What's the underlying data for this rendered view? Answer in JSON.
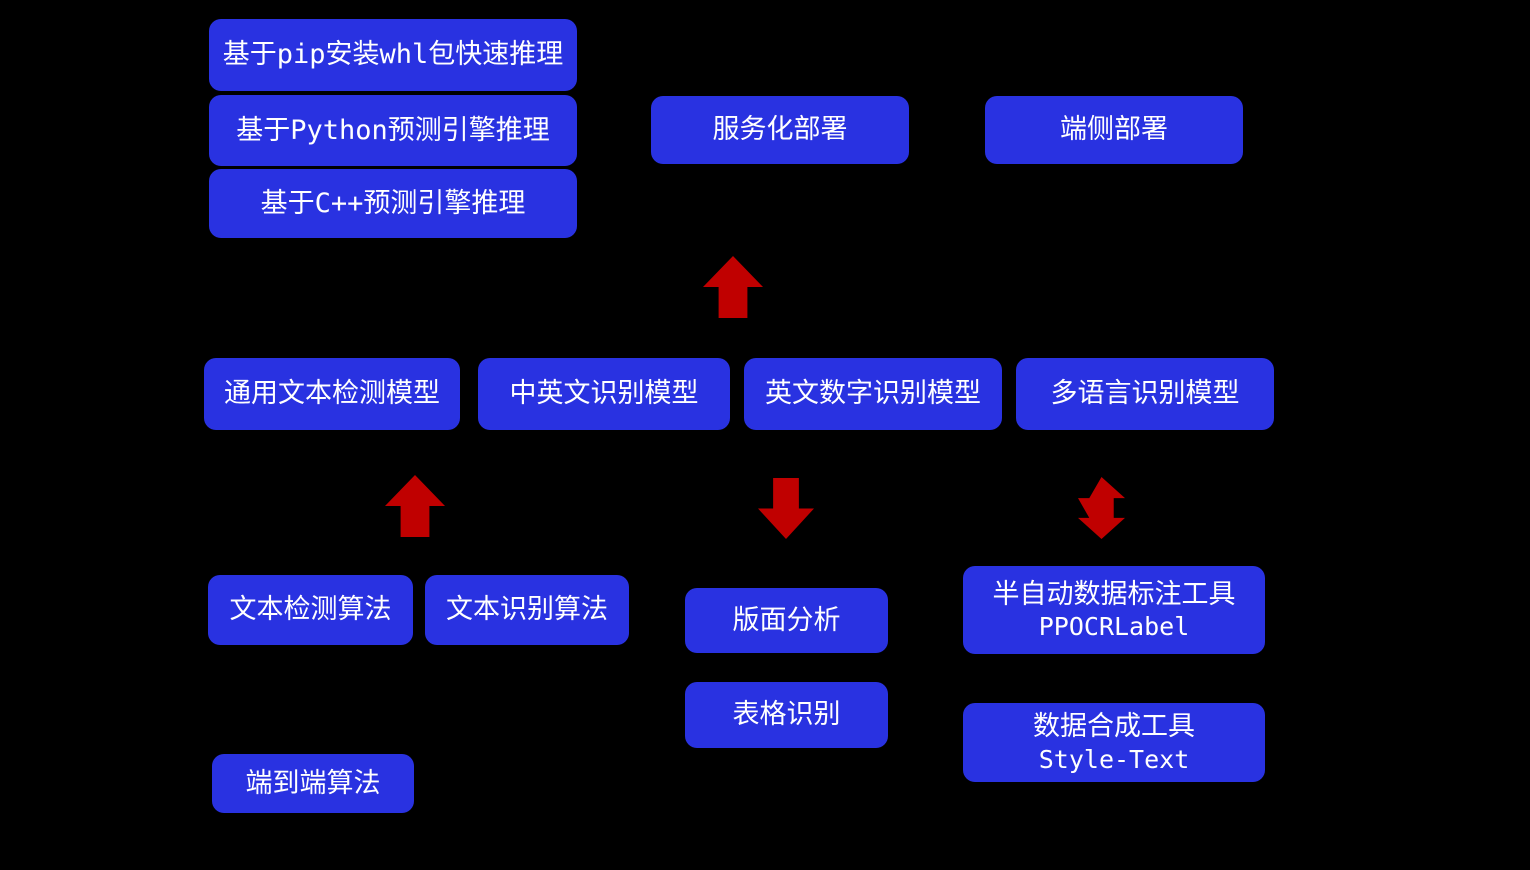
{
  "palette": {
    "background": "#000000",
    "box_fill": "#2932E1",
    "arrow_color": "#C00000",
    "text_color": "#FFFFFF"
  },
  "boxes": {
    "pip_whl": {
      "label": "基于pip安装whl包快速推理"
    },
    "python_engine": {
      "label": "基于Python预测引擎推理"
    },
    "cpp_engine": {
      "label": "基于C++预测引擎推理"
    },
    "serving": {
      "label": "服务化部署"
    },
    "edge": {
      "label": "端侧部署"
    },
    "general_detection_model": {
      "label": "通用文本检测模型"
    },
    "zh_en_recognition_model": {
      "label": "中英文识别模型"
    },
    "en_number_recognition_model": {
      "label": "英文数字识别模型"
    },
    "multilingual_recognition_model": {
      "label": "多语言识别模型"
    },
    "text_detection_algorithm": {
      "label": "文本检测算法"
    },
    "text_recognition_algorithm": {
      "label": "文本识别算法"
    },
    "layout_analysis": {
      "label": "版面分析"
    },
    "table_recognition": {
      "label": "表格识别"
    },
    "labeling_tool": {
      "line1": "半自动数据标注工具",
      "line2": "PPOCRLabel"
    },
    "synthesis_tool": {
      "line1": "数据合成工具",
      "line2": "Style-Text"
    },
    "end_to_end_algorithm": {
      "label": "端到端算法"
    }
  },
  "arrows": {
    "up_to_serving": {
      "direction": "up",
      "color": "#C00000"
    },
    "up_algorithms_to_models": {
      "direction": "up",
      "color": "#C00000"
    },
    "down_models_to_layout": {
      "direction": "down",
      "color": "#C00000"
    },
    "updown_models_tools": {
      "direction": "up-down",
      "color": "#C00000"
    }
  }
}
